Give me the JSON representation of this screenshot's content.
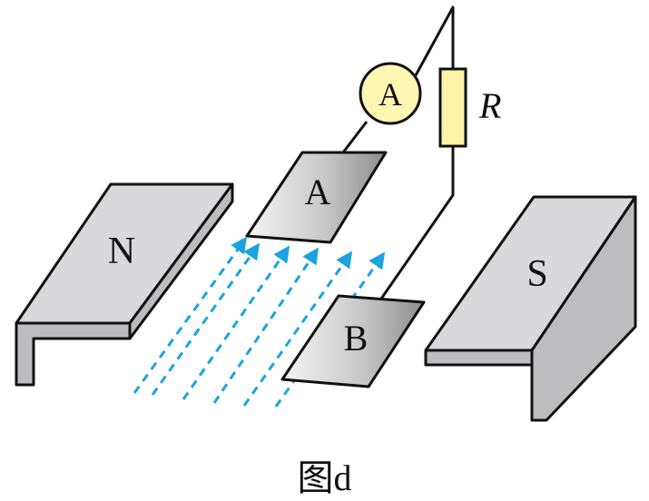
{
  "labels": {
    "magnet_north": "N",
    "magnet_south": "S",
    "plate_top": "A",
    "plate_bottom": "B",
    "ammeter": "A",
    "resistor": "R"
  },
  "caption": "图d",
  "colors": {
    "field_lines": "#1aa3e0",
    "ammeter_fill": "#fff6b3",
    "resistor_fill": "#fff3a8",
    "magnet_face": "#d9d9db",
    "magnet_side": "#bdbdc0",
    "outline": "#111111"
  },
  "icons": {
    "field_line_style": "dashed-arrow"
  }
}
